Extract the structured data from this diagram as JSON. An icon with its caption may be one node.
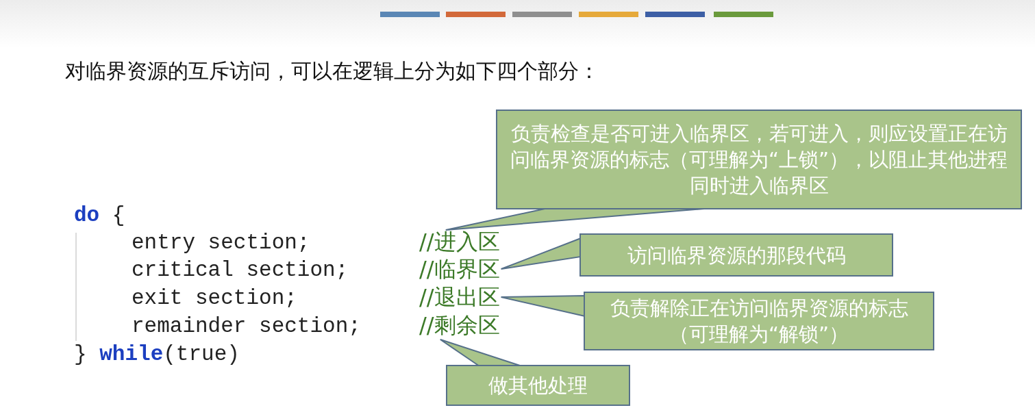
{
  "diagram": {
    "title": "对临界资源的互斥访问，可以在逻辑上分为如下四个部分：",
    "nodes": [
      {
        "text": [
          "//进入区"
        ]
      },
      {
        "text": [
          "//临界区"
        ]
      },
      {
        "text": [
          "//退出区"
        ]
      },
      {
        "text": [
          "//剩余区"
        ]
      },
      {
        "text": [
          "负责检查是否可进入临界区，若可进入，则应设置正在访问临界资源的标志（可理解为“上锁”），以阻止其他进程同时进入临界区"
        ]
      },
      {
        "text": [
          "访问临界资源的那段代码"
        ]
      },
      {
        "text": [
          "负责解除正在访问临界资源的标志（可理解为“解锁”）"
        ]
      },
      {
        "text": [
          "做其他处理"
        ]
      }
    ],
    "edges": [
      {
        "from": 4,
        "to": 0,
        "arrow": "none"
      },
      {
        "from": 5,
        "to": 1,
        "arrow": "none"
      },
      {
        "from": 6,
        "to": 2,
        "arrow": "none"
      },
      {
        "from": 7,
        "to": 3,
        "arrow": "none"
      }
    ],
    "labels": [
      "**do** {",
      "entry section;",
      "critical section;",
      "exit section;",
      "remainder section;",
      "} **while**(true)"
    ]
  }
}
